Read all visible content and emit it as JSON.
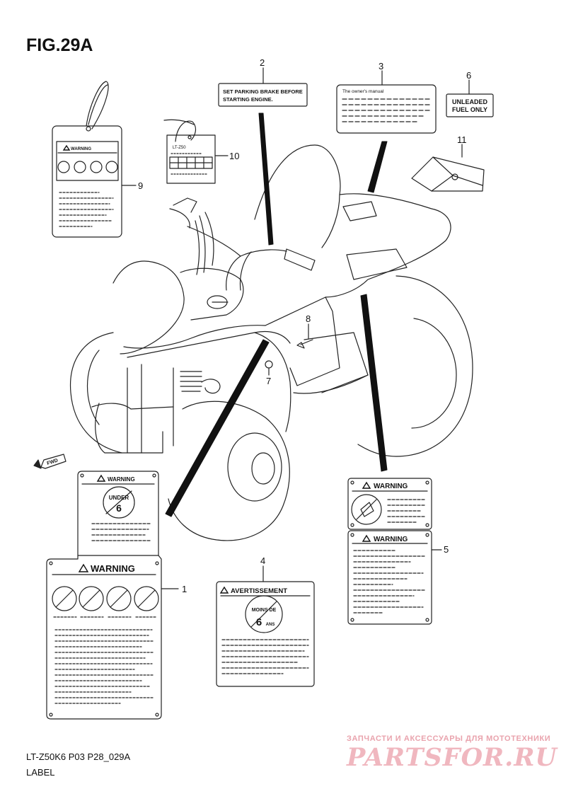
{
  "figure": {
    "title": "FIG.29A",
    "code": "LT-Z50K6 P03 P28_029A",
    "caption": "LABEL"
  },
  "callouts": [
    "1",
    "2",
    "3",
    "4",
    "5",
    "6",
    "7",
    "8",
    "9",
    "10",
    "11"
  ],
  "labels": {
    "parking_brake": [
      "SET PARKING BRAKE BEFORE",
      "STARTING ENGINE."
    ],
    "manual": "The owner's manual",
    "fuel": [
      "UNLEADED",
      "FUEL ONLY"
    ],
    "tag10": "LT-Z50",
    "warning": "WARNING",
    "avertissement": "AVERTISSEMENT",
    "under": "UNDER",
    "under_age": "6",
    "moins": "MOINS DE",
    "moins_age": "6",
    "ans": "ANS",
    "fwd": "FWD"
  },
  "watermark": {
    "top": "ЗАПЧАСТИ И АКСЕССУАРЫ ДЛЯ МОТОТЕХНИКИ",
    "logo": "PARTSFOR.RU"
  }
}
